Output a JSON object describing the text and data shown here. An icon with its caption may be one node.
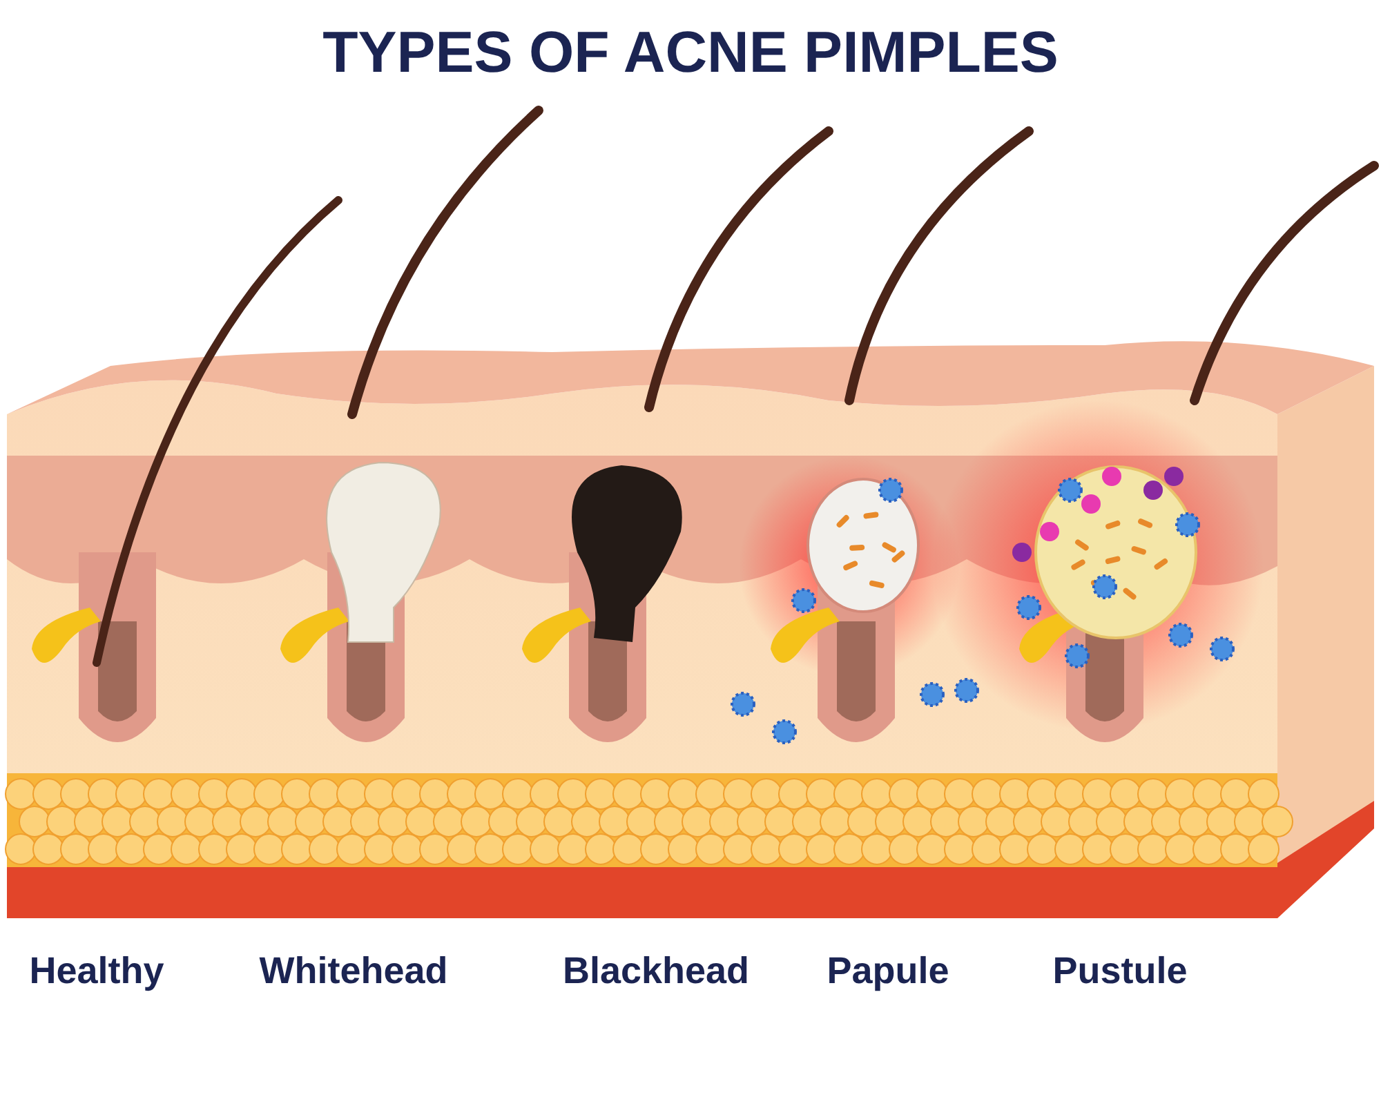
{
  "diagram": {
    "title": "TYPES OF ACNE PIMPLES",
    "labels": [
      "Healthy",
      "Whitehead",
      "Blackhead",
      "Papule",
      "Pustule"
    ]
  }
}
